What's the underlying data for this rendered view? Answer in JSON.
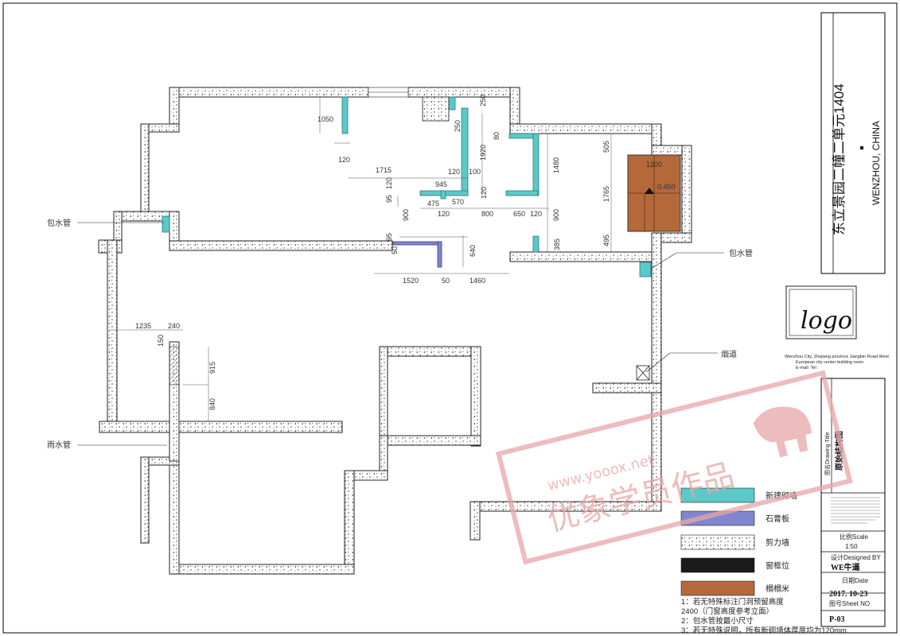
{
  "project": {
    "title": "东立景园二幢二单元1404",
    "subtitle": "WENZHOU, CHINA"
  },
  "logo": {
    "text": "logo",
    "address_lines": [
      "Wenzhou City, Zhejiang province Jiangbin Road West",
      "European city center building room",
      "E-mail:                    Tel:"
    ]
  },
  "title_block": {
    "drawing_title_label": "图名Drawing Title",
    "drawing_title": "原始结构图",
    "scale_label": "比例Scale",
    "scale_value": "1:50",
    "designer_label": "设计Designed BY",
    "designer_value": "WE牛逼",
    "date_label": "日期Date",
    "date_value": "2017. 10-23",
    "sheet_label": "图号Sheet NO",
    "sheet_value": "P-03"
  },
  "legend": [
    {
      "label": "新建砌墙",
      "color": "#5cc8c8"
    },
    {
      "label": "石膏板",
      "color": "#7f86cf"
    },
    {
      "label": "剪力墙",
      "color": "#ffffff"
    },
    {
      "label": "窗框位",
      "color": "#1a1a1a"
    },
    {
      "label": "榻榻米",
      "color": "#b5683a"
    }
  ],
  "notes": [
    "1：若无特殊标注门洞预留高度",
    "2400（门窗高度参考立面）",
    "2：包水管按最小尺寸",
    "3：若无特殊说明，所有新砌墙体厚度均为120mm"
  ],
  "callouts": {
    "pipe_left": "包水管",
    "pipe_right": "包水管",
    "flue": "烟道",
    "rain_pipe": "雨水管"
  },
  "tatami": {
    "dim": "1200",
    "level": "0.450"
  },
  "dimensions": {
    "d1050": "1050",
    "d120a": "120",
    "d1715": "1715",
    "d120b": "120",
    "d100": "100",
    "d1920": "1920",
    "d250a": "250",
    "d250b": "250",
    "d80": "80",
    "d945": "945",
    "d95a": "95",
    "d120c": "120",
    "d120d": "120",
    "d475": "475",
    "d570": "570",
    "d120e": "120",
    "d800": "800",
    "d650": "650",
    "d120f": "120",
    "d1480": "1480",
    "d900a": "900",
    "d900b": "900",
    "d505": "505",
    "d1765": "1765",
    "d495": "495",
    "d95b": "95",
    "d50a": "50",
    "d640": "640",
    "d385": "385",
    "d1520": "1520",
    "d50b": "50",
    "d1460": "1460",
    "d1235": "1235",
    "d240": "240",
    "d150": "150",
    "d915": "915",
    "d840": "840"
  },
  "watermark": {
    "url": "www.yooox.net",
    "text": "优象学员作品"
  }
}
